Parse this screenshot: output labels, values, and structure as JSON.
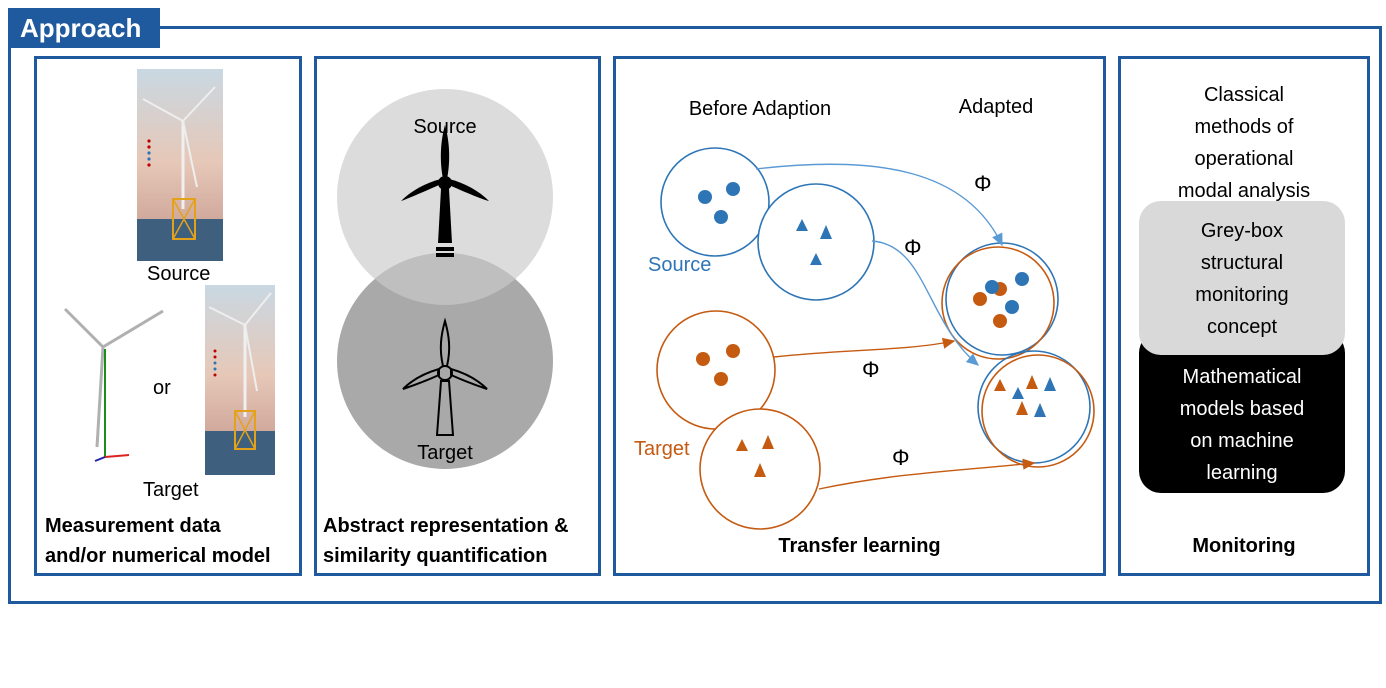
{
  "header": {
    "title": "Approach"
  },
  "panel1": {
    "source_label": "Source",
    "or_label": "or",
    "target_label": "Target",
    "caption_line1": "Measurement data",
    "caption_line2": "and/or numerical model"
  },
  "panel2": {
    "source_label": "Source",
    "target_label": "Target",
    "caption_line1": "Abstract representation &",
    "caption_line2": "similarity quantification"
  },
  "panel3": {
    "before_label": "Before Adaption",
    "adapted_label": "Adapted",
    "source_label": "Source",
    "target_label": "Target",
    "phi": "Φ",
    "caption": "Transfer learning"
  },
  "panel4": {
    "classical_lines": [
      "Classical",
      "methods of",
      "operational",
      "modal analysis"
    ],
    "greybox_lines": [
      "Grey-box",
      "structural",
      "monitoring",
      "concept"
    ],
    "ml_lines": [
      "Mathematical",
      "models based",
      "on machine",
      "learning"
    ],
    "caption": "Monitoring"
  },
  "colors": {
    "frame": "#1f5a9e",
    "source": "#2e75b6",
    "target": "#c55a11",
    "greybox": "#d9d9d9",
    "ml_box": "#000000"
  }
}
